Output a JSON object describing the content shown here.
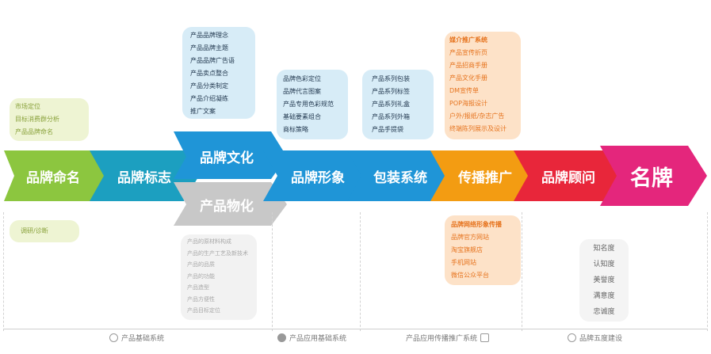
{
  "stages": {
    "naming": "品牌命名",
    "logo": "品牌标志",
    "culture": "品牌文化",
    "materialize": "产品物化",
    "image": "品牌形象",
    "packaging": "包装系统",
    "promotion": "传播推广",
    "consultant": "品牌顾问",
    "famous": "名牌"
  },
  "bubbles": {
    "naming_top": [
      "市场定位",
      "目标消费群分析",
      "产品品牌命名"
    ],
    "naming_bottom": [
      "调研/诊断"
    ],
    "culture": [
      "产品品牌理念",
      "产品品牌主题",
      "产品品牌广告语",
      "产品卖点整合",
      "产品分类制定",
      "产品介绍凝练",
      "推广文案"
    ],
    "materialize": [
      "产品的原材料构成",
      "产品的生产工艺及新技术",
      "产品的品质",
      "产品的功能",
      "产品造型",
      "产品方便性",
      "产品目标定位"
    ],
    "image": [
      "品牌色彩定位",
      "品牌代言图案",
      "产品专用色彩规范",
      "基础要素组合",
      "商标策略"
    ],
    "packaging": [
      "产品系列包装",
      "产品系列标签",
      "产品系列礼盒",
      "产品系列外箱",
      "产品手提袋"
    ],
    "media_title": "媒介推广系统",
    "media": [
      "产品宣传折页",
      "产品招商手册",
      "产品文化手册",
      "DM宣传单",
      "POP海报设计",
      "户外/报纸/杂志广告",
      "终端陈列展示及设计"
    ],
    "online_title": "品牌网络形象传播",
    "online": [
      "品牌官方网站",
      "淘宝旗舰店",
      "手机网站",
      "微信公众平台"
    ],
    "degrees": [
      "知名度",
      "认知度",
      "美誉度",
      "满意度",
      "忠诚度"
    ]
  },
  "footer": {
    "basic": "产品基础系统",
    "app_basic": "产品应用基础系统",
    "app_promo": "产品应用传播推广系统",
    "five": "品牌五度建设"
  },
  "colors": {
    "green": "#8cc63f",
    "teal": "#1c9fc0",
    "blue": "#1f95d7",
    "gray": "#c8c8c8",
    "orange": "#f39c12",
    "red": "#e8263a",
    "pink": "#e4267c"
  }
}
